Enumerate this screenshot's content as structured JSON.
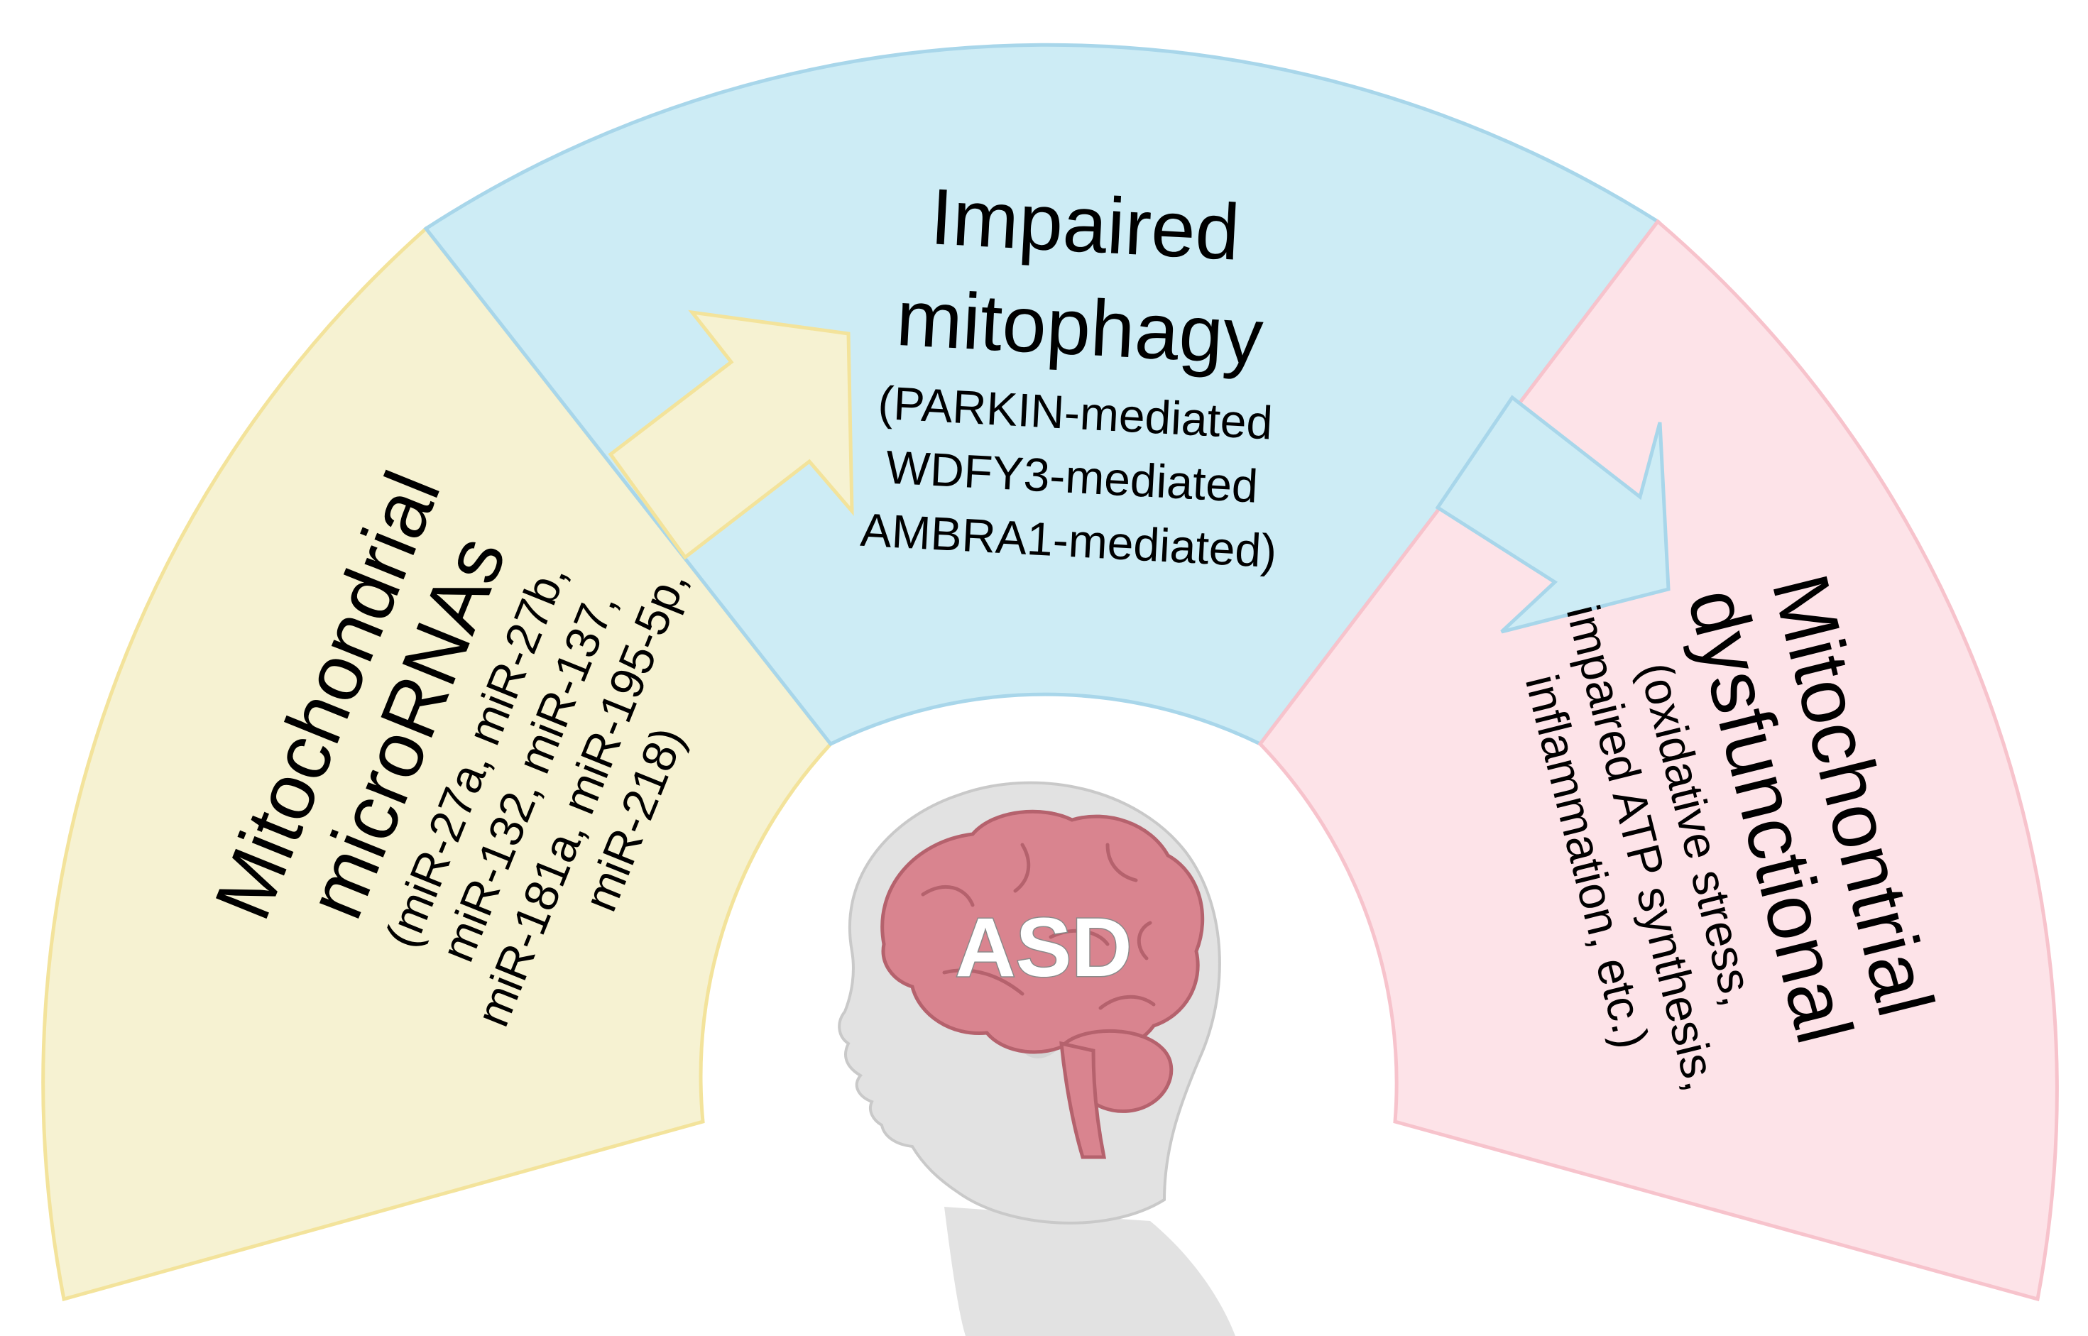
{
  "colors": {
    "left_fill": "#f6f2d2",
    "left_stroke": "#f3e39b",
    "middle_fill": "#cdecf5",
    "middle_stroke": "#a8d6ea",
    "right_fill": "#fde3e8",
    "right_stroke": "#f7c3cc",
    "brain": "#d9848f",
    "head": "#e2e2e2"
  },
  "sectors": {
    "left": {
      "title_lines": [
        "Mitochondrial",
        "microRNAs"
      ],
      "detail_lines": [
        "(miR-27a, miR-27b,",
        "miR-132, miR-137,",
        "miR-181a, miR-195-5p,",
        "miR-218)"
      ]
    },
    "middle": {
      "title_lines": [
        "Impaired",
        "mitophagy"
      ],
      "detail_lines": [
        "(PARKIN-mediated",
        "WDFY3-mediated",
        "AMBRA1-mediated)"
      ]
    },
    "right": {
      "title_lines": [
        "Mitochontrial",
        "dysfunctional"
      ],
      "detail_lines": [
        "(oxidative stress,",
        "impaired ATP synthesis,",
        "inflammation, etc.)"
      ]
    }
  },
  "center": {
    "label": "ASD"
  },
  "icons": {
    "left_arrow": "arrow-right-icon",
    "right_arrow": "arrow-down-right-icon",
    "center": "infant-brain-icon"
  }
}
